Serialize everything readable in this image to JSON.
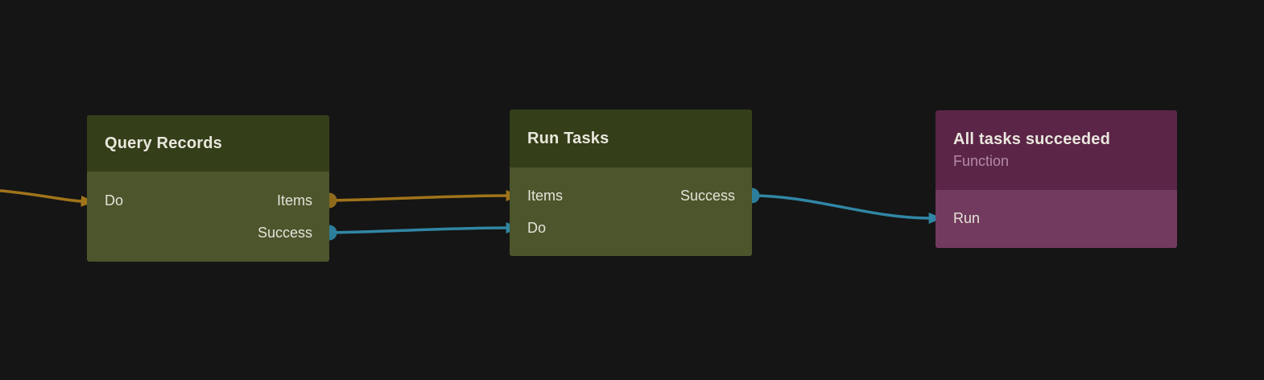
{
  "canvas": {
    "background": "#151515"
  },
  "colors": {
    "green_node_header": "#343e19",
    "green_node_body": "#4c552c",
    "purple_node_header": "#5b2547",
    "purple_node_body": "#723a5e",
    "wire_orange": "#a1741a",
    "wire_blue": "#3186a5",
    "port_dot_orange": "#8f6a1d",
    "port_dot_blue": "#2d7e9b",
    "title_text": "#e9e7dd",
    "port_label_text": "#e5e3d8",
    "subtitle_text": "#b48ba6"
  },
  "nodes": {
    "query_records": {
      "title": "Query Records",
      "inputs": {
        "do": "Do"
      },
      "outputs": {
        "items": "Items",
        "success": "Success"
      }
    },
    "run_tasks": {
      "title": "Run Tasks",
      "inputs": {
        "items": "Items",
        "do": "Do"
      },
      "outputs": {
        "success": "Success"
      }
    },
    "all_tasks_succeeded": {
      "title": "All tasks succeeded",
      "subtitle": "Function",
      "inputs": {
        "run": "Run"
      }
    }
  },
  "edges": [
    {
      "from": "offscreen-left",
      "to": "query_records.inputs.do",
      "color": "#a1741a"
    },
    {
      "from": "query_records.outputs.items",
      "to": "run_tasks.inputs.items",
      "color": "#a1741a"
    },
    {
      "from": "query_records.outputs.success",
      "to": "run_tasks.inputs.do",
      "color": "#3186a5"
    },
    {
      "from": "run_tasks.outputs.success",
      "to": "all_tasks_succeeded.inputs.run",
      "color": "#3186a5"
    }
  ]
}
